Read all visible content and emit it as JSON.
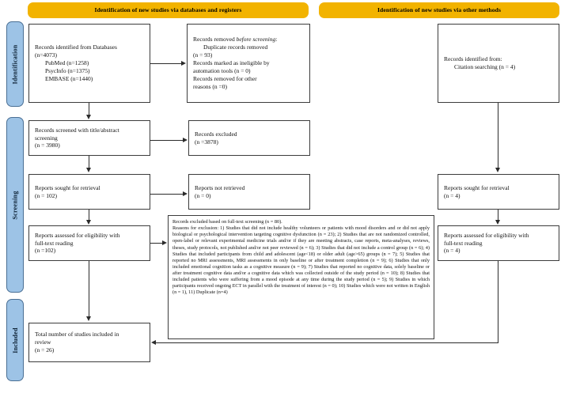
{
  "figure": {
    "type": "prisma-flow-diagram",
    "accent_yellow": "#f2b300",
    "rail_blue": "#9dc3e6",
    "line_color": "#2b2b2b"
  },
  "headers": {
    "databases": "Identification of new studies via databases and registers",
    "other_methods": "Identification of new studies via other methods"
  },
  "rails": {
    "identification": "Identification",
    "screening": "Screening",
    "included": "Included"
  },
  "boxes": {
    "records_identified": {
      "l1": "Records identified from Databases",
      "l2": "(n=4073)",
      "l3": "PubMed (n=1258)",
      "l4": "PsycInfo (n=1375)",
      "l5": "EMBASE (n=1440)"
    },
    "records_removed": {
      "l1_a": "Records removed ",
      "l1_b": "before screening",
      "l1_c": ":",
      "l2": "Duplicate records removed",
      "l3": "(n = 93)",
      "l4": "Records marked as ineligible by",
      "l5": "automation tools (n = 0)",
      "l6": "Records removed for other",
      "l7": "reasons (n =0)"
    },
    "records_screened": {
      "l1": "Records screened with title/abstract",
      "l2": "screening",
      "l3": "(n = 3980)"
    },
    "records_excluded": {
      "l1": "Records excluded",
      "l2": "(n =3878)"
    },
    "reports_sought": {
      "l1": "Reports sought for retrieval",
      "l2": "(n = 102)"
    },
    "reports_not_retrieved": {
      "l1": "Reports not retrieved",
      "l2": "(n = 0)"
    },
    "reports_assessed": {
      "l1": "Reports assessed for eligibility with",
      "l2": "full-text reading",
      "l3": "(n =102)"
    },
    "excluded_fulltext": {
      "heading": "Records excluded based on full-text screening (n = 80).",
      "body": "Reasons for exclusion: 1) Studies that did not include healthy volunteers or patients with mood disorders and or did not apply biological or psychological intervention targeting cognitive dysfunction (n = 23); 2) Studies that are not randomized controlled, open-label or relevant experimental medicine trials and/or if they are meeting abstracts, case reports, meta-analyses, reviews, theses, study protocols, not published and/or not peer reviewed (n = 6); 3) Studies that did not include a control group (n = 6); 4) Studies that included participants from child and adolescent (age<18) or older adult (age>65) groups (n = 7); 5) Studies that reported no MRI assessments, MRI assessments in only baseline or after treatment completion (n = 9); 6) Studies that only included emotional cognition tasks as a cognitive measure (n = 9); 7) Studies that reported no cognitive data, solely baseline or after treatment cognitive data and/or a cognitive data which was collected outside of the study period (n = 10); 8) Studies that included patients who were suffering from a mood episode at any time during the study period (n = 5); 9) Studies in which participants received ongoing ECT in parallel with the treatment of interest (n = 0); 10) Studies which were not written in English (n = 1), 11) Duplicate (n=4)"
    },
    "total_included": {
      "l1": "Total number of studies included in",
      "l2": "review",
      "l3": "(n = 26)"
    },
    "records_identified_other": {
      "l1": "Records identified from:",
      "l2": "Citation searching (n = 4)"
    },
    "reports_sought_other": {
      "l1": "Reports sought for retrieval",
      "l2": "(n = 4)"
    },
    "reports_assessed_other": {
      "l1": "Reports assessed for eligibility with",
      "l2": "full-text reading",
      "l3": "(n = 4)"
    }
  }
}
